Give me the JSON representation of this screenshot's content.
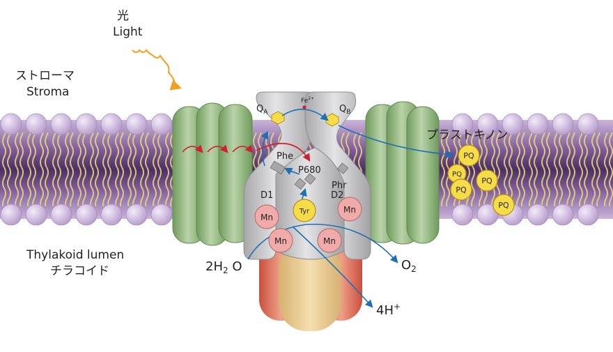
{
  "labels": {
    "light_jp": "光",
    "light_en": "Light",
    "stroma_jp": "ストローマ",
    "stroma_en": "Stroma",
    "lumen_en": "Thylakoid lumen",
    "lumen_jp": "チラコイド",
    "plastoquinone_jp": "プラストキノン",
    "qa": "Q",
    "qa_sub": "A",
    "qb": "Q",
    "qb_sub": "B",
    "fe": "Fe",
    "fe_sup": "2+",
    "phe": "Phe",
    "p680": "P680",
    "phr": "Phr",
    "d1": "D1",
    "d2": "D2",
    "tyr": "Tyr",
    "mn": "Mn",
    "pq": "PQ",
    "water": "2H",
    "water_sub": "2",
    "water_o": " O",
    "o2": "O",
    "o2_sub": "2",
    "protons": "4H",
    "protons_sup": "+"
  },
  "colors": {
    "lipid_head": "#cdb6dc",
    "lipid_tail": "#e8d27a",
    "membrane_core": "#5b3c73",
    "protein_green": "#8fb37a",
    "protein_gray": "#c4c4c6",
    "manganese": "#f0aaaa",
    "tyrosine": "#f7dc4a",
    "plastoquinone": "#f7dc4a",
    "electron_arrow": "#d01f2e",
    "flow_arrow": "#1f6fb3",
    "light_wave": "#f0a020"
  }
}
